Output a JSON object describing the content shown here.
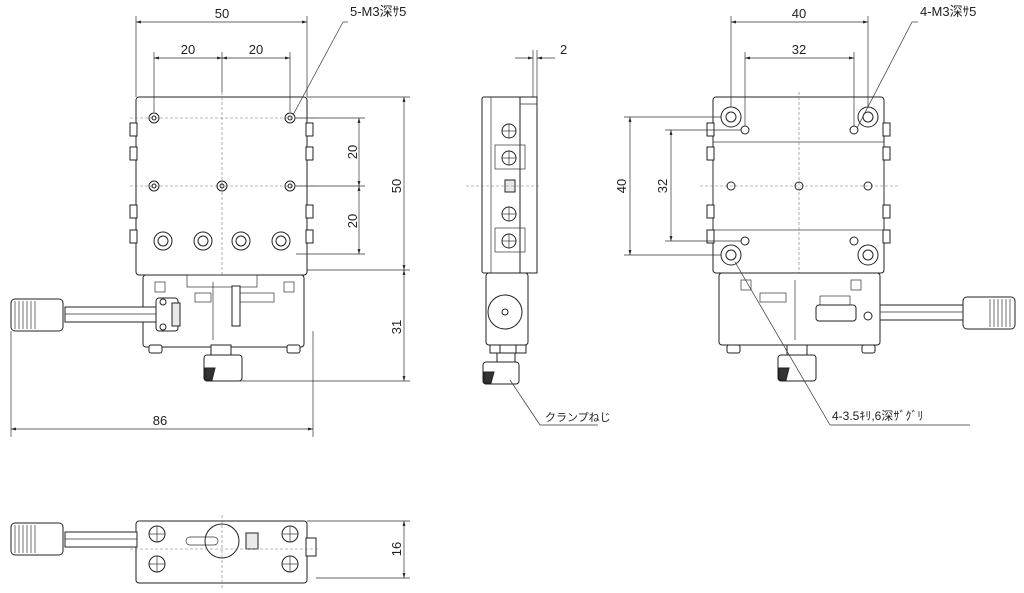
{
  "dimensions": {
    "front_width": "50",
    "front_hole_pitch_left": "20",
    "front_hole_pitch_right": "20",
    "front_thread": "5-M3深ｻ5",
    "front_side_pitch_top": "20",
    "front_side_pitch_bottom": "20",
    "front_height": "50",
    "front_base_height": "31",
    "front_total_width": "86",
    "side_offset": "2",
    "side_clamp": "クランプねじ",
    "rear_width": "40",
    "rear_inner_width": "32",
    "rear_thread": "4-M3深ｻ5",
    "rear_height": "40",
    "rear_inner_height": "32",
    "rear_counterbore": "4-3.5ｷﾘ,6深ｻﾞｸﾞﾘ",
    "bottom_height": "16"
  }
}
